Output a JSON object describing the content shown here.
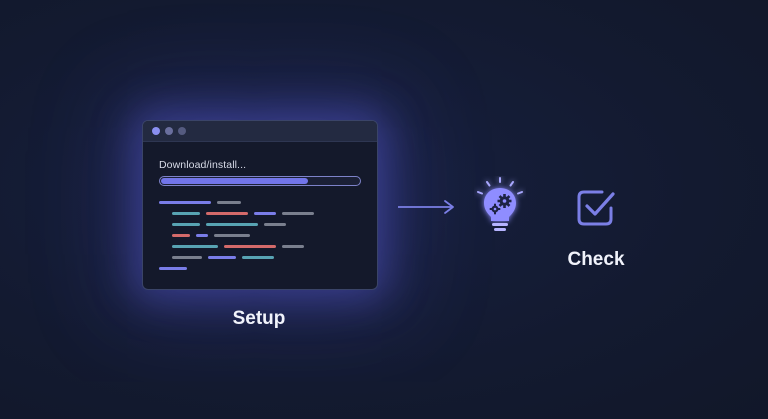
{
  "setup": {
    "status_text": "Download/install...",
    "progress": 0.74,
    "label": "Setup"
  },
  "check": {
    "label": "Check"
  },
  "icons": {
    "arrow": "arrow-right-icon",
    "bulb": "lightbulb-gears-icon",
    "check": "checkbox-checked-icon"
  },
  "colors": {
    "background": "#131a30",
    "accent": "#7275ea",
    "accent_glow": "#8d8cff",
    "window_bg": "#14192b",
    "code_purple": "#7a7de8",
    "code_teal": "#58a3b3",
    "code_red": "#d46a6a",
    "code_gray": "#7a7f8e",
    "code_green_gray": "#8a9e95"
  },
  "code_lines": [
    [
      "code_purple",
      "code_gray"
    ],
    [
      "code_teal",
      "code_red",
      "code_purple",
      "code_gray"
    ],
    [
      "code_teal",
      "code_teal",
      "code_gray"
    ],
    [
      "code_red",
      "code_purple",
      "code_gray"
    ],
    [
      "code_teal",
      "code_red",
      "code_gray"
    ],
    [
      "code_gray",
      "code_purple",
      "code_teal"
    ],
    [
      "code_purple"
    ]
  ]
}
